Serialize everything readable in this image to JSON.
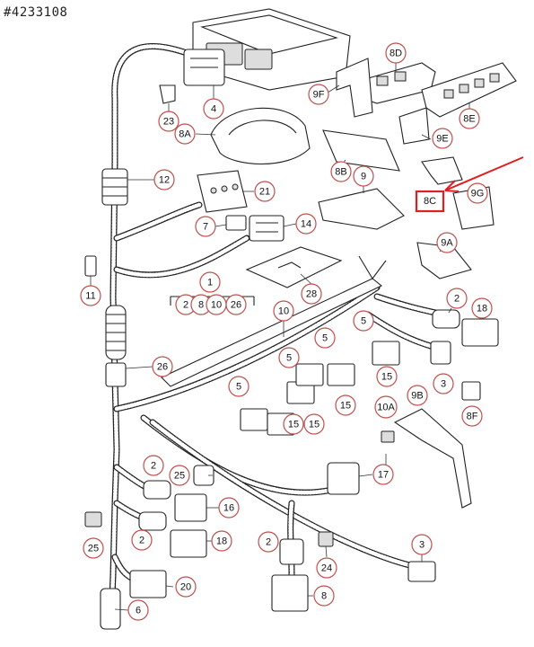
{
  "doc_id": "#4233108",
  "highlight": {
    "label": "8C",
    "color": "#e02020"
  },
  "callout_color": "#c0504d",
  "callouts": [
    {
      "id": "c-4",
      "label": "4"
    },
    {
      "id": "c-23",
      "label": "23"
    },
    {
      "id": "c-8d",
      "label": "8D"
    },
    {
      "id": "c-9f",
      "label": "9F"
    },
    {
      "id": "c-8e",
      "label": "8E"
    },
    {
      "id": "c-8a",
      "label": "8A"
    },
    {
      "id": "c-9e",
      "label": "9E"
    },
    {
      "id": "c-12",
      "label": "12"
    },
    {
      "id": "c-8b",
      "label": "8B"
    },
    {
      "id": "c-9",
      "label": "9"
    },
    {
      "id": "c-21",
      "label": "21"
    },
    {
      "id": "c-9g",
      "label": "9G"
    },
    {
      "id": "c-7",
      "label": "7"
    },
    {
      "id": "c-14",
      "label": "14"
    },
    {
      "id": "c-9a",
      "label": "9A"
    },
    {
      "id": "c-11",
      "label": "11"
    },
    {
      "id": "c-28",
      "label": "28"
    },
    {
      "id": "c-1",
      "label": "1"
    },
    {
      "id": "c-1-2",
      "label": "2"
    },
    {
      "id": "c-1-8",
      "label": "8"
    },
    {
      "id": "c-1-10",
      "label": "10"
    },
    {
      "id": "c-1-26",
      "label": "26"
    },
    {
      "id": "c-10",
      "label": "10"
    },
    {
      "id": "c-2a",
      "label": "2"
    },
    {
      "id": "c-18a",
      "label": "18"
    },
    {
      "id": "c-5a",
      "label": "5"
    },
    {
      "id": "c-5b",
      "label": "5"
    },
    {
      "id": "c-26",
      "label": "26"
    },
    {
      "id": "c-5c",
      "label": "5"
    },
    {
      "id": "c-15a",
      "label": "15"
    },
    {
      "id": "c-3a",
      "label": "3"
    },
    {
      "id": "c-5d",
      "label": "5"
    },
    {
      "id": "c-15b",
      "label": "15"
    },
    {
      "id": "c-8f",
      "label": "8F"
    },
    {
      "id": "c-10a",
      "label": "10A"
    },
    {
      "id": "c-9b",
      "label": "9B"
    },
    {
      "id": "c-15c",
      "label": "15"
    },
    {
      "id": "c-15d",
      "label": "15"
    },
    {
      "id": "c-2b",
      "label": "2"
    },
    {
      "id": "c-25a",
      "label": "25"
    },
    {
      "id": "c-17",
      "label": "17"
    },
    {
      "id": "c-16",
      "label": "16"
    },
    {
      "id": "c-2c",
      "label": "2"
    },
    {
      "id": "c-25b",
      "label": "25"
    },
    {
      "id": "c-18b",
      "label": "18"
    },
    {
      "id": "c-2d",
      "label": "2"
    },
    {
      "id": "c-3b",
      "label": "3"
    },
    {
      "id": "c-24",
      "label": "24"
    },
    {
      "id": "c-20",
      "label": "20"
    },
    {
      "id": "c-6",
      "label": "6"
    },
    {
      "id": "c-8",
      "label": "8"
    }
  ]
}
